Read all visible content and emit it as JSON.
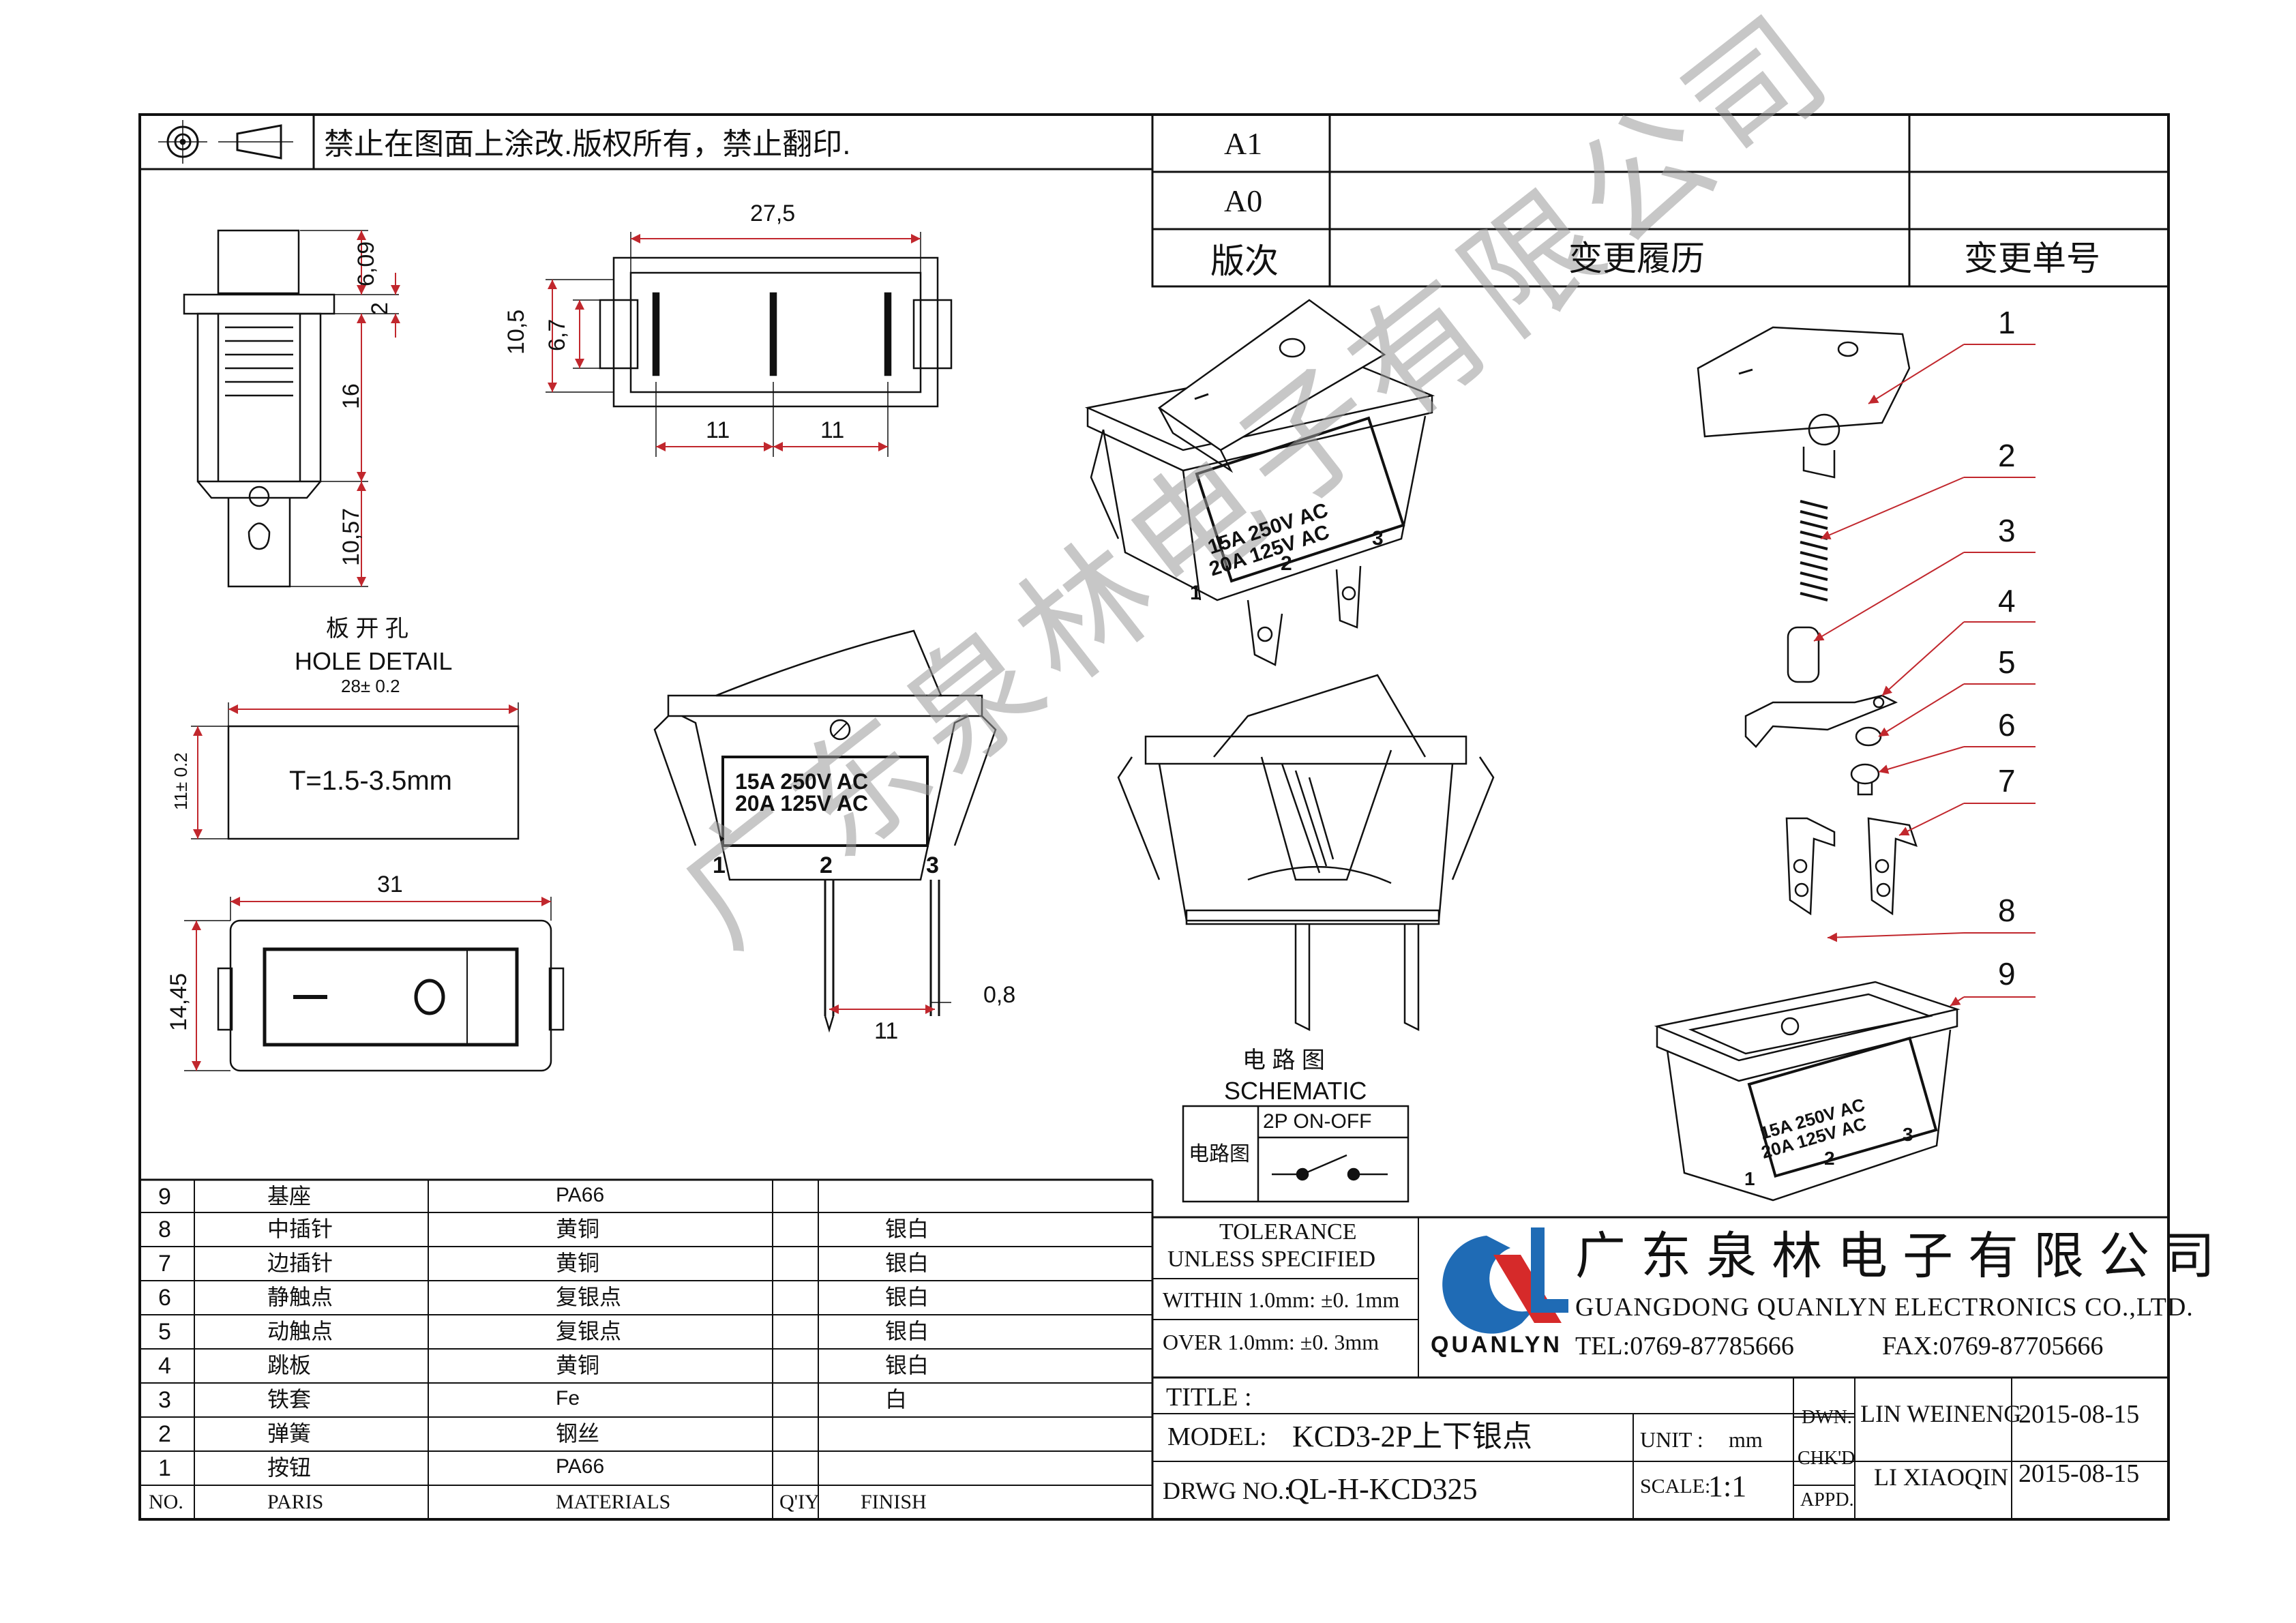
{
  "header_notice": "禁止在图面上涂改.版权所有，禁止翻印.",
  "revision": {
    "rows": [
      "A1",
      "A0"
    ],
    "col_version": "版次",
    "col_history": "变更履历",
    "col_number": "变更单号"
  },
  "dimensions": {
    "d_27_5": "27,5",
    "d_6_09": "6,09",
    "d_2": "2",
    "d_16": "16",
    "d_10_57": "10,57",
    "d_10_5": "10,5",
    "d_6_7": "6,7",
    "d_11a": "11",
    "d_11b": "11",
    "d_31": "31",
    "d_14_45": "14,45",
    "d_11c": "11",
    "d_0_8": "0,8",
    "hole_w": "28± 0.2",
    "hole_h": "11± 0.2"
  },
  "hole_detail": {
    "title_cn": "板 开 孔",
    "title_en": "HOLE DETAIL",
    "thickness": "T=1.5-3.5mm"
  },
  "rating": {
    "line1": "15A 250V AC",
    "line2": "20A 125V AC"
  },
  "terminals": [
    "1",
    "2",
    "3"
  ],
  "schematic": {
    "title_cn": "电 路 图",
    "title_en": "SCHEMATIC",
    "label": "电路图",
    "type": "2P ON-OFF"
  },
  "callouts": [
    "1",
    "2",
    "3",
    "4",
    "5",
    "6",
    "7",
    "8",
    "9"
  ],
  "watermark": "广东泉林电子有限公司",
  "bom": {
    "headers": {
      "no": "NO.",
      "parts": "PARIS",
      "materials": "MATERIALS",
      "qty": "Q'IY",
      "finish": "FINISH"
    },
    "rows": [
      {
        "no": "9",
        "part": "基座",
        "material": "PA66",
        "finish": ""
      },
      {
        "no": "8",
        "part": "中插针",
        "material": "黄铜",
        "finish": "银白"
      },
      {
        "no": "7",
        "part": "边插针",
        "material": "黄铜",
        "finish": "银白"
      },
      {
        "no": "6",
        "part": "静触点",
        "material": "复银点",
        "finish": "银白"
      },
      {
        "no": "5",
        "part": "动触点",
        "material": "复银点",
        "finish": "银白"
      },
      {
        "no": "4",
        "part": "跳板",
        "material": "黄铜",
        "finish": "银白"
      },
      {
        "no": "3",
        "part": "铁套",
        "material": "Fe",
        "finish": "白"
      },
      {
        "no": "2",
        "part": "弹簧",
        "material": "钢丝",
        "finish": ""
      },
      {
        "no": "1",
        "part": "按钮",
        "material": "PA66",
        "finish": ""
      }
    ]
  },
  "tolerance": {
    "line1": "TOLERANCE",
    "line2": "UNLESS SPECIFIED",
    "within": "WITHIN 1.0mm: ±0. 1mm",
    "over": "OVER 1.0mm:  ±0. 3mm"
  },
  "company": {
    "logo_text": "QUANLYN",
    "name_cn": "广东泉林电子有限公司",
    "name_en": "GUANGDONG QUANLYN ELECTRONICS CO.,LTD.",
    "tel": "TEL:0769-87785666",
    "fax": "FAX:0769-87705666",
    "logo_blue": "#1f6bb5",
    "logo_red": "#d62a2a"
  },
  "titleblock": {
    "title_label": "TITLE :",
    "model_label": "MODEL:",
    "model": "KCD3-2P上下银点",
    "drwg_label": "DRWG NO.:",
    "drwg": "QL-H-KCD325",
    "unit_label": "UNIT :",
    "unit": "mm",
    "scale_label": "SCALE:",
    "scale": "1:1",
    "dwn_label": "DWN.",
    "chk_label": "CHK'D",
    "appd_label": "APPD.",
    "dwn_name": "LIN WEINENG",
    "dwn_date": "2015-08-15",
    "chk_name": "LI XIAOQIN",
    "chk_date": "2015-08-15"
  }
}
